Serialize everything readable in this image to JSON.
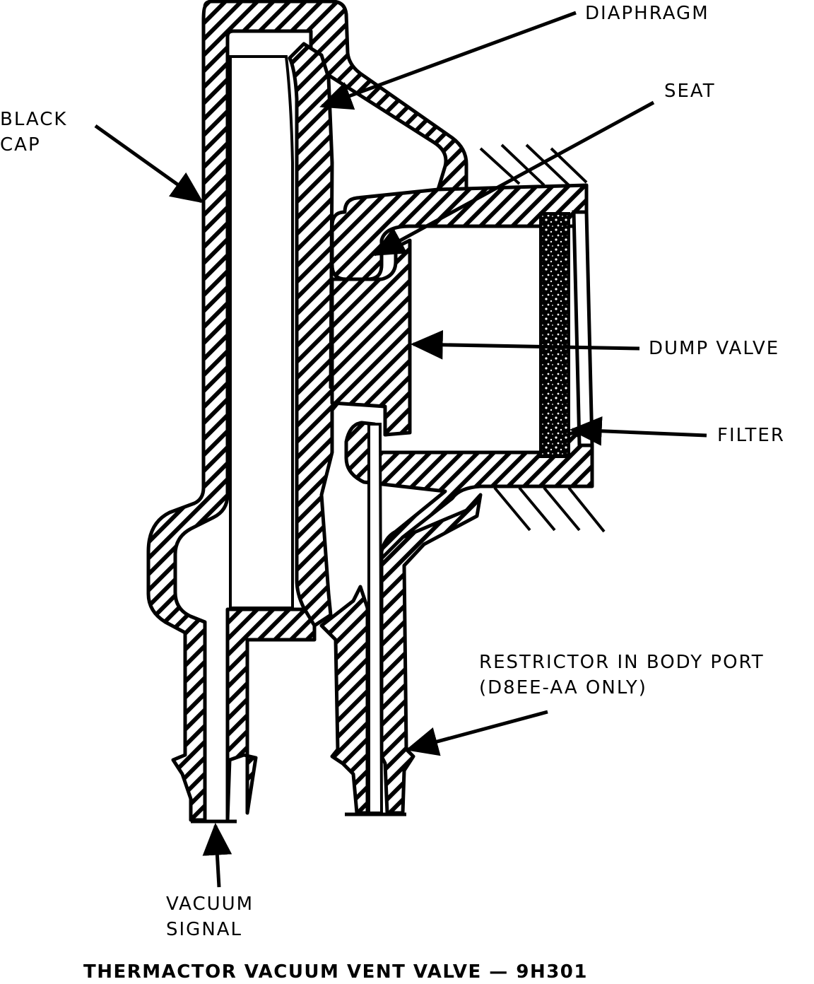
{
  "labels": {
    "diaphragm": "DIAPHRAGM",
    "seat": "SEAT",
    "black_cap_line1": "BLACK",
    "black_cap_line2": "CAP",
    "dump_valve": "DUMP VALVE",
    "filter": "FILTER",
    "restrictor_line1": "RESTRICTOR IN BODY PORT",
    "restrictor_line2": "(D8EE-AA ONLY)",
    "vacuum_line1": "VACUUM",
    "vacuum_line2": "SIGNAL"
  },
  "caption": "THERMACTOR VACUUM VENT VALVE — 9H301",
  "colors": {
    "ink": "#000000",
    "paper": "#ffffff"
  }
}
